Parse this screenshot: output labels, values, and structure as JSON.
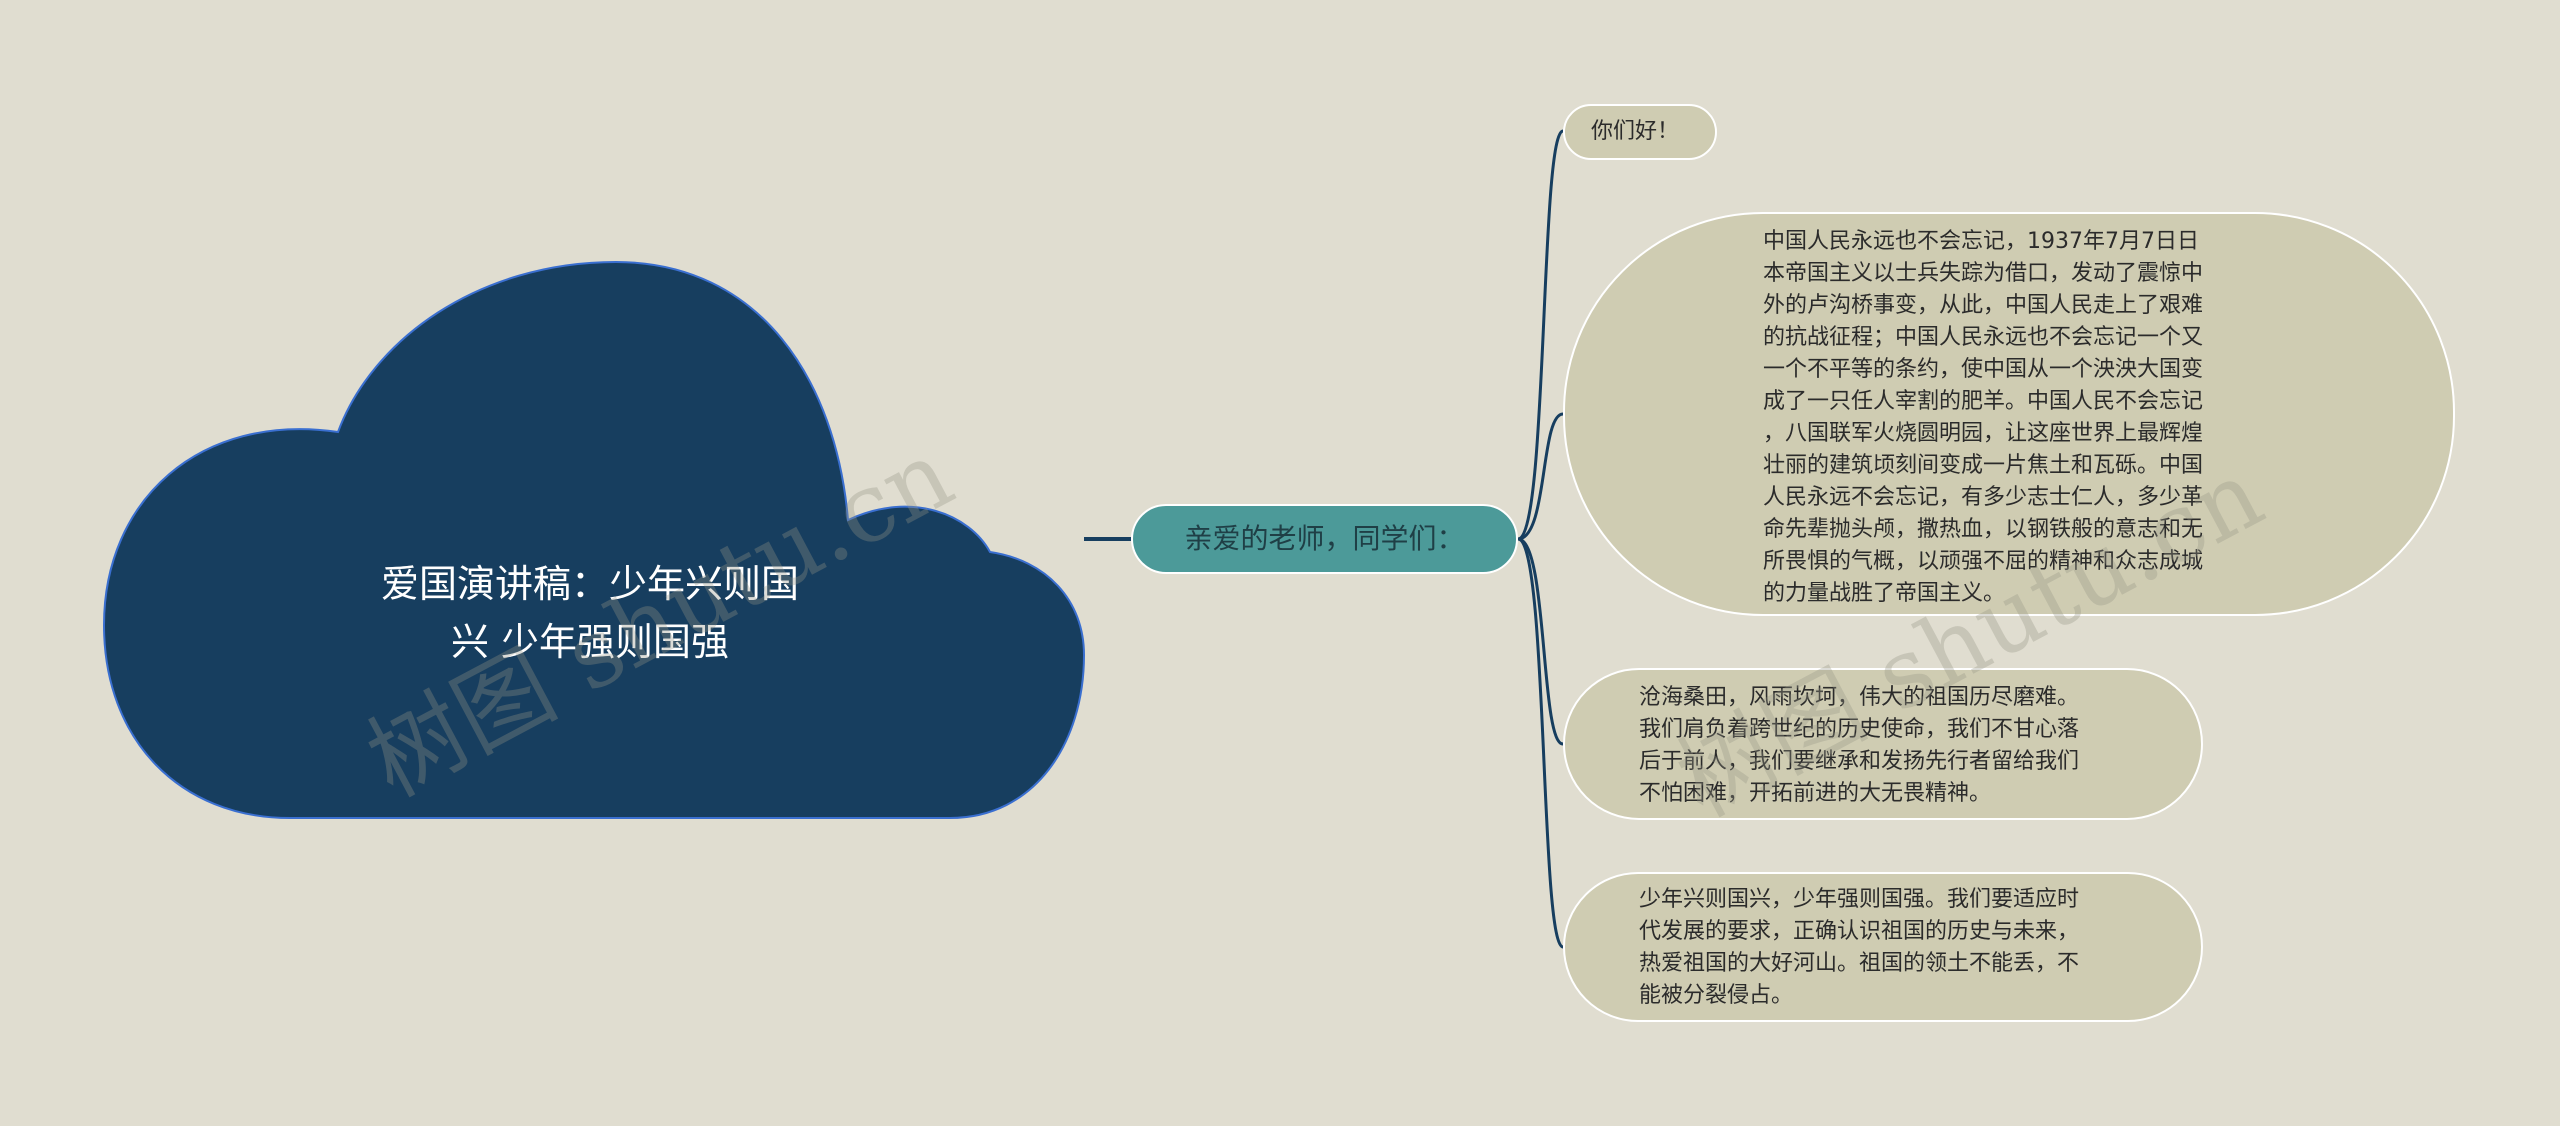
{
  "colors": {
    "background": "#e0ddd0",
    "root_fill": "#173e5f",
    "root_stroke": "#3a6fd0",
    "mid_fill": "#4c9a99",
    "leaf_fill": "#cfccb2",
    "connector": "#173e5f"
  },
  "root": {
    "title_line1": "爱国演讲稿：少年兴则国",
    "title_line2": "兴 少年强则国强"
  },
  "mid": {
    "label": "亲爱的老师，同学们："
  },
  "leaves": [
    {
      "lines": [
        "你们好！"
      ]
    },
    {
      "lines": [
        "中国人民永远也不会忘记，1937年7月7日日",
        "本帝国主义以士兵失踪为借口，发动了震惊中",
        "外的卢沟桥事变，从此，中国人民走上了艰难",
        "的抗战征程；中国人民永远也不会忘记一个又",
        "一个不平等的条约，使中国从一个泱泱大国变",
        "成了一只任人宰割的肥羊。中国人民不会忘记",
        "，八国联军火烧圆明园，让这座世界上最辉煌",
        "壮丽的建筑顷刻间变成一片焦土和瓦砾。中国",
        "人民永远不会忘记，有多少志士仁人，多少革",
        "命先辈抛头颅，撒热血，以钢铁般的意志和无",
        "所畏惧的气概，以顽强不屈的精神和众志成城",
        "的力量战胜了帝国主义。"
      ]
    },
    {
      "lines": [
        "沧海桑田，风雨坎坷，伟大的祖国历尽磨难。",
        "我们肩负着跨世纪的历史使命，我们不甘心落",
        "后于前人，我们要继承和发扬先行者留给我们",
        "不怕困难，开拓前进的大无畏精神。"
      ]
    },
    {
      "lines": [
        "少年兴则国兴，少年强则国强。我们要适应时",
        "代发展的要求，正确认识祖国的历史与未来，",
        "热爱祖国的大好河山。祖国的领土不能丢，不",
        "能被分裂侵占。"
      ]
    }
  ],
  "watermark": {
    "left": "树图 shutu.cn",
    "right": "树图 shutu.cn"
  }
}
